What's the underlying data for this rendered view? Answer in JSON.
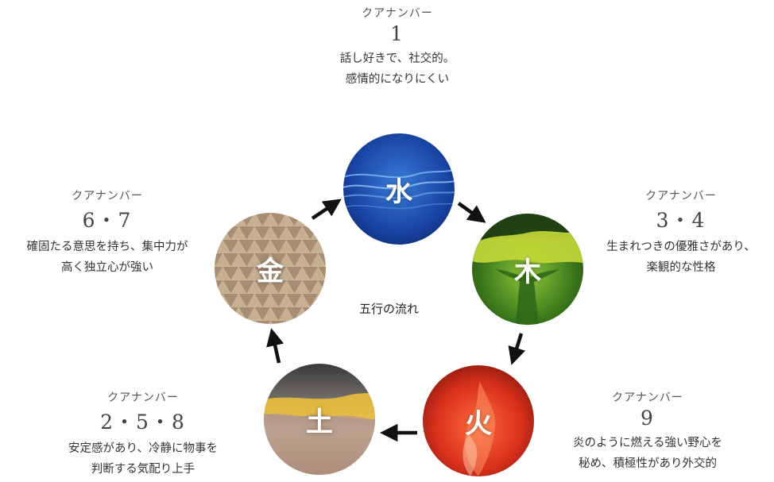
{
  "center_label": "五行の流れ",
  "nodes": {
    "water": {
      "element": "水",
      "kua_label": "クアナンバー",
      "number": "1",
      "desc_line1": "話し好きで、社交的。",
      "desc_line2": "感情的になりにくい"
    },
    "wood": {
      "element": "木",
      "kua_label": "クアナンバー",
      "number": "3・4",
      "desc_line1": "生まれつきの優雅さがあり、",
      "desc_line2": "楽観的な性格"
    },
    "fire": {
      "element": "火",
      "kua_label": "クアナンバー",
      "number": "9",
      "desc_line1": "炎のように燃える強い野心を",
      "desc_line2": "秘め、積極性があり外交的"
    },
    "earth": {
      "element": "土",
      "kua_label": "クアナンバー",
      "number": "2・5・8",
      "desc_line1": "安定感があり、冷静に物事を",
      "desc_line2": "判断する気配り上手"
    },
    "metal": {
      "element": "金",
      "kua_label": "クアナンバー",
      "number": "6・7",
      "desc_line1": "確固たる意思を持ち、集中力が",
      "desc_line2": "高く独立心が強い"
    }
  },
  "colors": {
    "water": "#1f4fb0",
    "wood": "#4f8a1e",
    "fire": "#d8301c",
    "earth": "#a08674",
    "metal": "#b59c7e",
    "arrow": "#111111"
  }
}
